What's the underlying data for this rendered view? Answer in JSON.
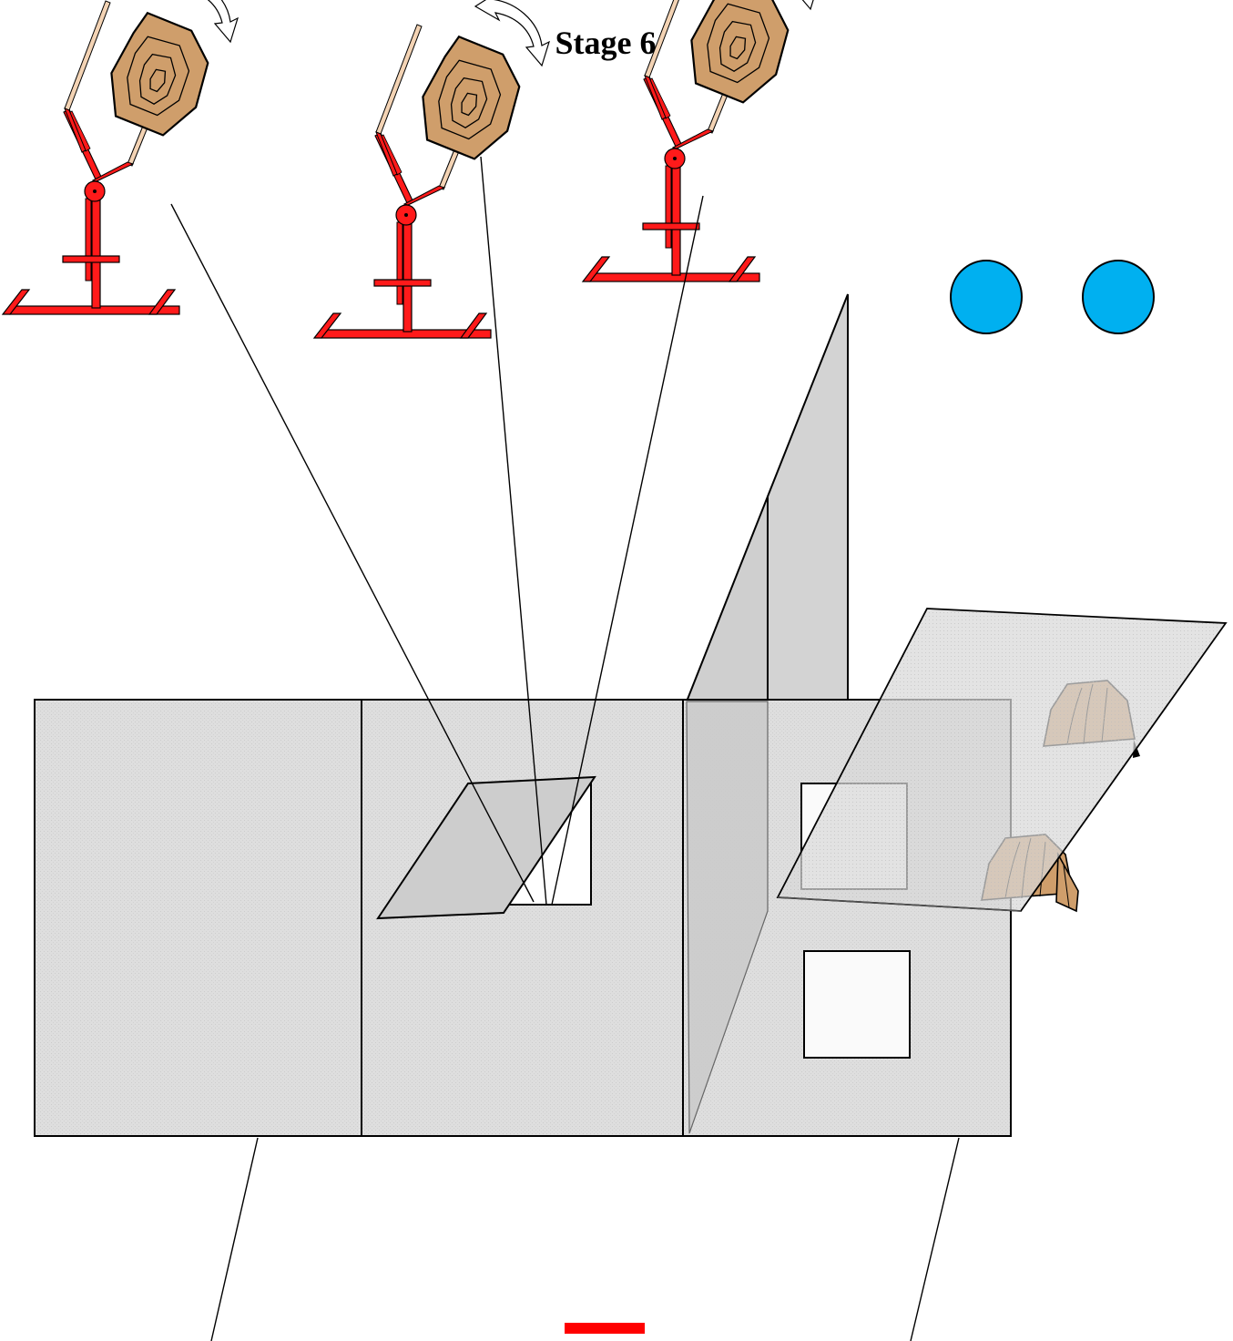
{
  "title": "Stage 6",
  "colors": {
    "background": "#ffffff",
    "wall": "#dcdcdc",
    "wall_stroke": "#000000",
    "target_tan": "#cf9e6b",
    "stand_red": "#ff1a1a",
    "arm": "#f3d3b4",
    "no_shoot": "#00b0f0",
    "start_marker": "#ff0000",
    "window": "#fafafa"
  },
  "targets": {
    "swinging_count": 3,
    "swinging_icon": "swinging-target-with-rotation-arrow",
    "partial_count": 2,
    "no_shoot_count": 2
  }
}
